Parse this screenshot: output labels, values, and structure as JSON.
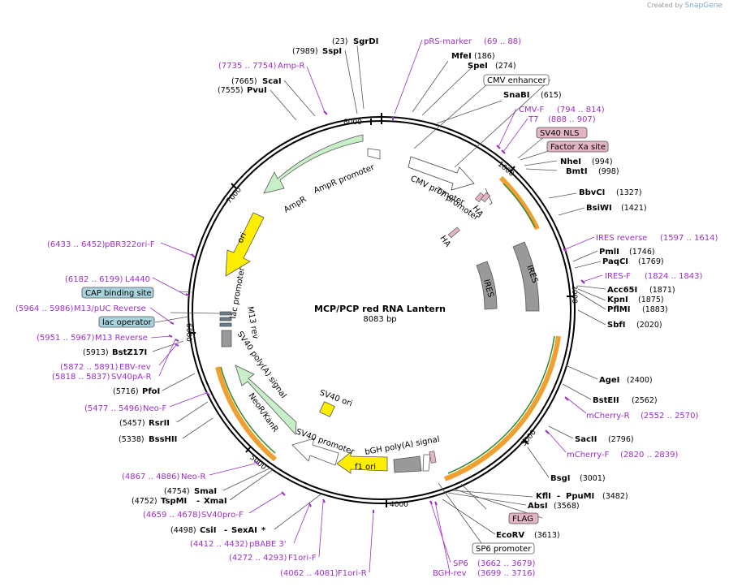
{
  "credit": {
    "prefix": "Created by",
    "brand": "SnapGene"
  },
  "plasmid": {
    "name": "MCP/PCP red RNA Lantern",
    "length_label": "8083 bp",
    "total_bp": 8083
  },
  "ticks": [
    "1000",
    "2000",
    "3000",
    "4000",
    "5000",
    "6000",
    "7000",
    "8000"
  ],
  "sites_right": [
    {
      "pos": "(23)",
      "name": "SgrDI"
    },
    {
      "name": "MfeI",
      "pos": "(186)"
    },
    {
      "name": "SpeI",
      "pos": "(274)"
    },
    {
      "name": "SnaBI",
      "pos": "(615)"
    },
    {
      "name": "NheI",
      "pos": "(994)"
    },
    {
      "name": "BmtI",
      "pos": "(998)"
    },
    {
      "name": "BbvCI",
      "pos": "(1327)"
    },
    {
      "name": "BsiWI",
      "pos": "(1421)"
    },
    {
      "name": "PmlI",
      "pos": "(1746)"
    },
    {
      "name": "PaqCI",
      "pos": "(1769)"
    },
    {
      "name": "Acc65I",
      "pos": "(1871)"
    },
    {
      "name": "KpnI",
      "pos": "(1875)"
    },
    {
      "name": "PflMI",
      "pos": "(1883)"
    },
    {
      "name": "SbfI",
      "pos": "(2020)"
    },
    {
      "name": "AgeI",
      "pos": "(2400)"
    },
    {
      "name": "BstEII",
      "pos": "(2562)"
    },
    {
      "name": "SacII",
      "pos": "(2796)"
    },
    {
      "name": "BsgI",
      "pos": "(3001)"
    },
    {
      "name": "KflI",
      "sep": "-",
      "name2": "PpuMI",
      "pos": "(3482)"
    },
    {
      "name": "AbsI",
      "pos": "(3568)"
    },
    {
      "name": "EcoRV",
      "pos": "(3613)"
    }
  ],
  "sites_left": [
    {
      "pos": "(7989)",
      "name": "SspI"
    },
    {
      "pos": "(7665)",
      "name": "ScaI"
    },
    {
      "pos": "(7555)",
      "name": "PvuI"
    },
    {
      "pos": "(5913)",
      "name": "BstZ17I"
    },
    {
      "pos": "(5716)",
      "name": "PfoI"
    },
    {
      "pos": "(5457)",
      "name": "RsrII"
    },
    {
      "pos": "(5338)",
      "name": "BssHII"
    },
    {
      "pos": "(4754)",
      "name": "SmaI"
    },
    {
      "pos": "(4752)",
      "name": "TspMI",
      "sep": "-",
      "name2": "XmaI"
    },
    {
      "pos": "(4498)",
      "name": "CsiI",
      "sep": "-",
      "name2": "SexAI",
      "star": "*"
    }
  ],
  "primers": [
    {
      "name": "pRS-marker",
      "range": "(69 .. 88)"
    },
    {
      "name": "CMV-F",
      "range": "(794 .. 814)"
    },
    {
      "name": "T7",
      "range": "(888 .. 907)"
    },
    {
      "name": "IRES reverse",
      "range": "(1597 .. 1614)"
    },
    {
      "name": "IRES-F",
      "range": "(1824 .. 1843)"
    },
    {
      "name": "mCherry-R",
      "range": "(2552 .. 2570)"
    },
    {
      "name": "mCherry-F",
      "range": "(2820 .. 2839)"
    },
    {
      "name": "SP6",
      "range": "(3662 .. 3679)"
    },
    {
      "name": "BGH-rev",
      "range": "(3699 .. 3716)"
    },
    {
      "name": "F1ori-R",
      "range": "(4062 .. 4081)"
    },
    {
      "name": "F1ori-F",
      "range": "(4272 .. 4293)"
    },
    {
      "name": "pBABE 3'",
      "range": "(4412 .. 4432)"
    },
    {
      "name": "SV40pro-F",
      "range": "(4659 .. 4678)"
    },
    {
      "name": "Neo-R",
      "range": "(4867 .. 4886)"
    },
    {
      "name": "Neo-F",
      "range": "(5477 .. 5496)"
    },
    {
      "name": "SV40pA-R",
      "range": "(5818 .. 5837)"
    },
    {
      "name": "EBV-rev",
      "range": "(5872 .. 5891)"
    },
    {
      "name": "M13 Reverse",
      "range": "(5951 .. 5967)"
    },
    {
      "name": "M13/pUC Reverse",
      "range": "(5964 .. 5986)"
    },
    {
      "name": "L4440",
      "range": "(6182 .. 6199)"
    },
    {
      "name": "pBR322ori-F",
      "range": "(6433 .. 6452)"
    },
    {
      "name": "Amp-R",
      "range": "(7735 .. 7754)"
    }
  ],
  "boxed_features": [
    {
      "name": "CMV enhancer"
    },
    {
      "name": "SV40 NLS"
    },
    {
      "name": "Factor Xa site"
    },
    {
      "name": "CAP binding site"
    },
    {
      "name": "lac operator"
    },
    {
      "name": "FLAG"
    },
    {
      "name": "SP6 promoter"
    }
  ],
  "inner_features": {
    "cmv_promoter": "CMV promoter",
    "t7_promoter": "T7 promoter",
    "ha1": "HA",
    "ha2": "HA",
    "ires1": "IRES",
    "ires2": "IRES",
    "bgh": "bGH poly(A) signal",
    "f1ori": "f1 ori",
    "sv40promoter": "SV40 promoter",
    "sv40ori": "SV40 ori",
    "neor": "NeoR/KanR",
    "sv40polya": "SV40 poly(A) signal",
    "m13rev": "M13 rev",
    "lacpromoter": "lac promoter",
    "ori": "ori",
    "ampr": "AmpR",
    "ampr_promoter": "AmpR promoter"
  },
  "colors": {
    "primer": "#9b2fc9",
    "yellow": "#ffee00",
    "green_fill": "#c8f0c8",
    "boxed_pink": "#e3b4c4",
    "boxed_blue": "#a9d3dc",
    "orange": "#f0a030"
  }
}
